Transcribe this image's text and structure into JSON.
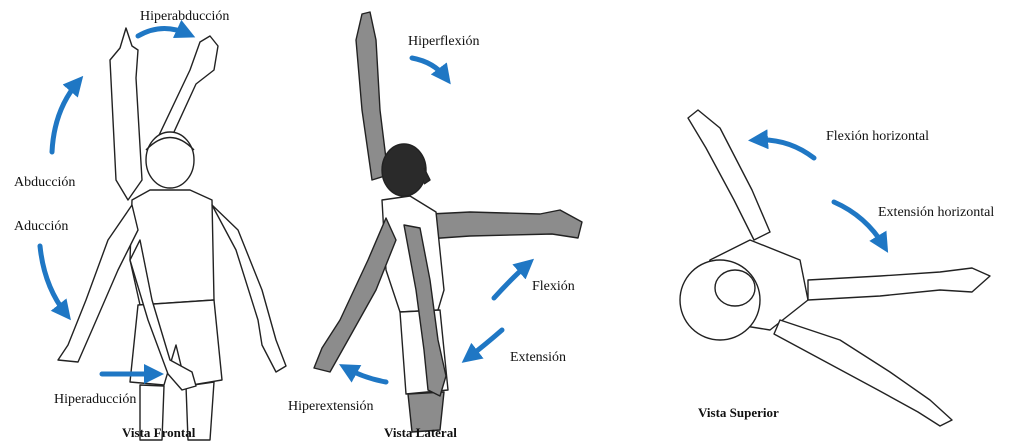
{
  "colors": {
    "arrow": "#1f77c4",
    "outline": "#222222",
    "skin_shaded": "#8c8c8c",
    "skin_dark": "#2a2a2a"
  },
  "frontal": {
    "caption": "Vista Frontal",
    "labels": {
      "hyperabduction": "Hiperabducción",
      "abduction": "Abducción",
      "adduction": "Aducción",
      "hyperadduction": "Hiperaducción"
    }
  },
  "lateral": {
    "caption": "Vista Lateral",
    "labels": {
      "hyperflexion": "Hiperflexión",
      "flexion": "Flexión",
      "extension": "Extensión",
      "hyperextension": "Hiperextensión"
    }
  },
  "superior": {
    "caption": "Vista Superior",
    "labels": {
      "horizontal_flexion": "Flexión horizontal",
      "horizontal_extension": "Extensión horizontal"
    }
  }
}
